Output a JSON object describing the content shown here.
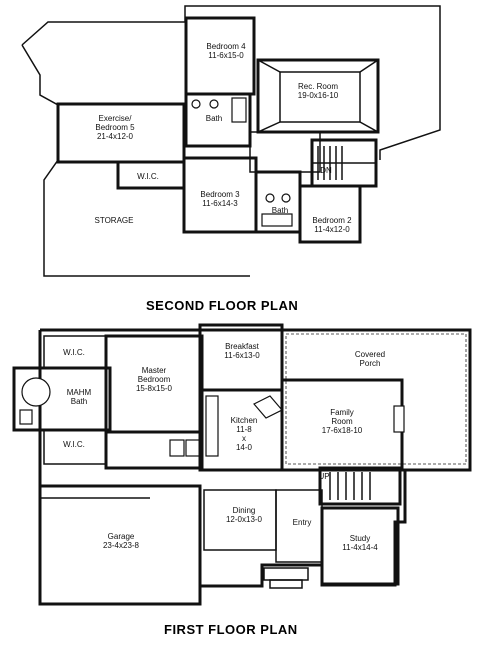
{
  "second_floor": {
    "title": "SECOND FLOOR PLAN",
    "rooms": {
      "bedroom4": {
        "name": "Bedroom 4",
        "dims": "11-6x15-0"
      },
      "rec_room": {
        "name": "Rec. Room",
        "dims": "19-0x16-10"
      },
      "bath_upper": {
        "name": "Bath"
      },
      "exercise": {
        "name": "Exercise/",
        "name2": "Bedroom 5",
        "dims": "21-4x12-0"
      },
      "wic": {
        "name": "W.I.C."
      },
      "bedroom3": {
        "name": "Bedroom 3",
        "dims": "11-6x14-3"
      },
      "bath_lower": {
        "name": "Bath"
      },
      "bedroom2": {
        "name": "Bedroom 2",
        "dims": "11-4x12-0"
      },
      "storage": {
        "name": "STORAGE"
      },
      "dn": {
        "name": "DN"
      }
    }
  },
  "first_floor": {
    "title": "FIRST FLOOR PLAN",
    "rooms": {
      "wic_top": {
        "name": "W.I.C."
      },
      "wic_bottom": {
        "name": "W.I.C."
      },
      "master_bath": {
        "name": "MAHM",
        "name2": "Bath"
      },
      "master_bedroom": {
        "name": "Master",
        "name2": "Bedroom",
        "dims": "15-8x15-0"
      },
      "breakfast": {
        "name": "Breakfast",
        "dims": "11-6x13-0"
      },
      "covered_porch": {
        "name": "Covered",
        "name2": "Porch"
      },
      "kitchen": {
        "name": "Kitchen",
        "dims1": "11-8",
        "dims2": "x",
        "dims3": "14-0"
      },
      "family_room": {
        "name": "Family",
        "name2": "Room",
        "dims": "17-6x18-10"
      },
      "up": {
        "name": "UP"
      },
      "dining": {
        "name": "Dining",
        "dims": "12-0x13-0"
      },
      "entry": {
        "name": "Entry"
      },
      "garage": {
        "name": "Garage",
        "dims": "23-4x23-8"
      },
      "study": {
        "name": "Study",
        "dims": "11-4x14-4"
      }
    }
  }
}
